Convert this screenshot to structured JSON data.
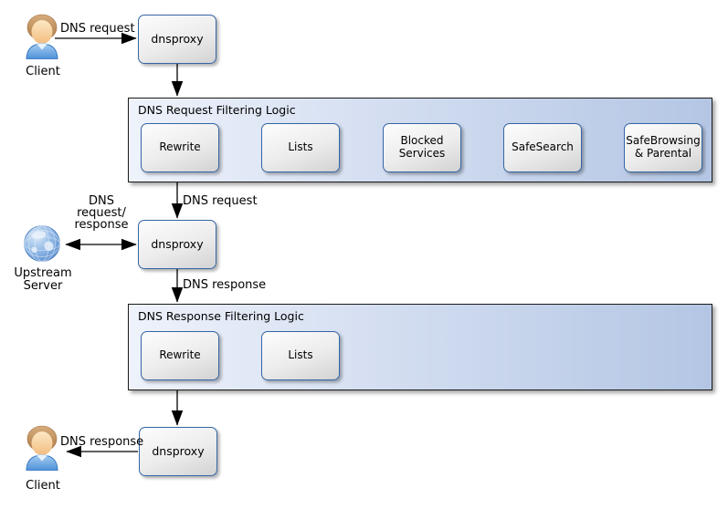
{
  "diagram": {
    "colors": {
      "node_border": "#3465a4",
      "node_fill_top": "#fdfdfd",
      "node_fill_bottom": "#d2d2d2",
      "pipeline_fill_left": "#eef2fb",
      "pipeline_fill_right": "#b4c6e4",
      "pipeline_border": "#1b1b1b",
      "arrow": "#000000"
    },
    "actors": {
      "client_top": {
        "label": "Client",
        "icon": "person-icon"
      },
      "client_bottom": {
        "label": "Client",
        "icon": "person-icon"
      },
      "upstream_server": {
        "label": "Upstream Server",
        "icon": "globe-icon"
      }
    },
    "nodes": {
      "dnsproxy_top": "dnsproxy",
      "dnsproxy_middle": "dnsproxy",
      "dnsproxy_bottom": "dnsproxy"
    },
    "request_pipeline": {
      "title": "DNS Request Filtering Logic",
      "steps": [
        "Rewrite",
        "Lists",
        "Blocked Services",
        "SafeSearch",
        "SafeBrowsing & Parental"
      ]
    },
    "response_pipeline": {
      "title": "DNS Response Filtering Logic",
      "steps": [
        "Rewrite",
        "Lists"
      ]
    },
    "edge_labels": {
      "client_to_proxy": "DNS request",
      "pipeline_to_proxy": "DNS request",
      "upstream_link": "DNS request/ response",
      "proxy_to_response_pipeline": "DNS response",
      "proxy_to_client": "DNS response"
    }
  }
}
